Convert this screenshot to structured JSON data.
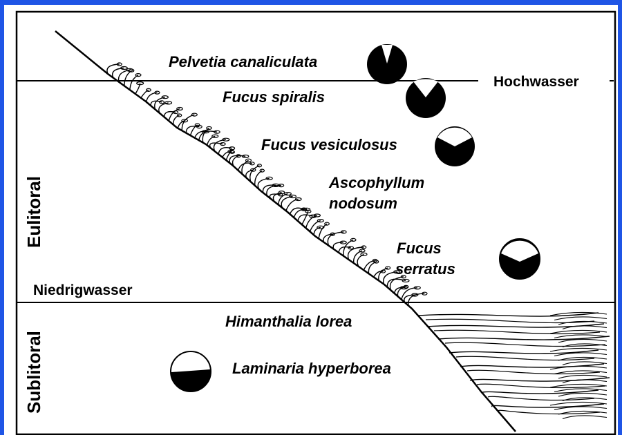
{
  "water_levels": {
    "high": "Hochwasser",
    "low": "Niedrigwasser"
  },
  "zones": {
    "upper": "Eulitoral",
    "lower": "Sublitoral"
  },
  "species": [
    {
      "name": "Pelvetia canaliculata",
      "exposure_indicator": "mostly black with a small white wedge at top"
    },
    {
      "name": "Fucus spiralis",
      "exposure_indicator": "black with a white wedge at top"
    },
    {
      "name": "Fucus vesiculosus",
      "exposure_indicator": "black with a larger white wedge at top"
    },
    {
      "name_line1": "Ascophyllum",
      "name_line2": "nodosum"
    },
    {
      "name_line1": "Fucus",
      "name_line2": "serratus",
      "exposure_indicator": "upper part white, lower part black with a notch"
    },
    {
      "name": "Himanthalia lorea"
    },
    {
      "name": "Laminaria hyperborea",
      "exposure_indicator": "upper half white, lower half black"
    }
  ],
  "colors": {
    "background_border": "#1f55e6",
    "ink": "#000000",
    "paper": "#ffffff"
  }
}
